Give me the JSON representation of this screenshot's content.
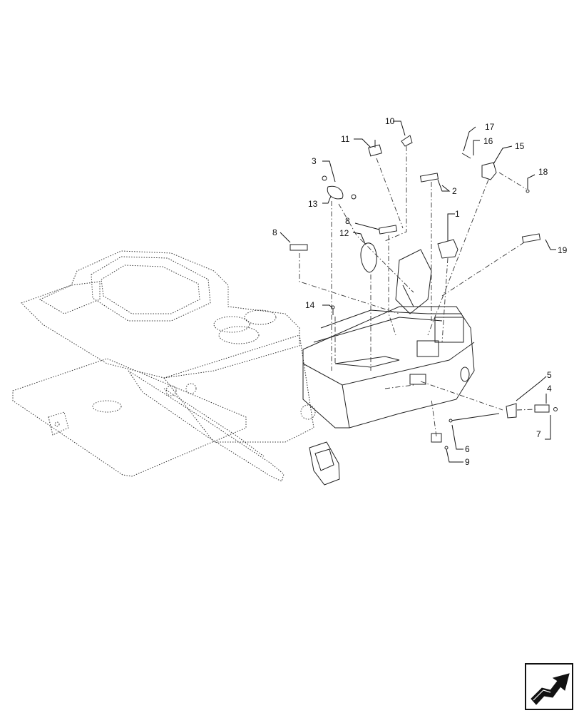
{
  "diagram": {
    "callouts": [
      {
        "id": "1",
        "label": "1"
      },
      {
        "id": "2",
        "label": "2"
      },
      {
        "id": "3",
        "label": "3"
      },
      {
        "id": "4",
        "label": "4"
      },
      {
        "id": "5",
        "label": "5"
      },
      {
        "id": "6",
        "label": "6"
      },
      {
        "id": "7",
        "label": "7"
      },
      {
        "id": "8a",
        "label": "8"
      },
      {
        "id": "8b",
        "label": "8"
      },
      {
        "id": "9",
        "label": "9"
      },
      {
        "id": "10",
        "label": "10"
      },
      {
        "id": "11",
        "label": "11"
      },
      {
        "id": "12",
        "label": "12"
      },
      {
        "id": "13",
        "label": "13"
      },
      {
        "id": "14",
        "label": "14"
      },
      {
        "id": "15",
        "label": "15"
      },
      {
        "id": "16",
        "label": "16"
      },
      {
        "id": "17",
        "label": "17"
      },
      {
        "id": "18",
        "label": "18"
      },
      {
        "id": "19",
        "label": "19"
      }
    ],
    "nav_icon": "next-page-arrow-icon"
  }
}
